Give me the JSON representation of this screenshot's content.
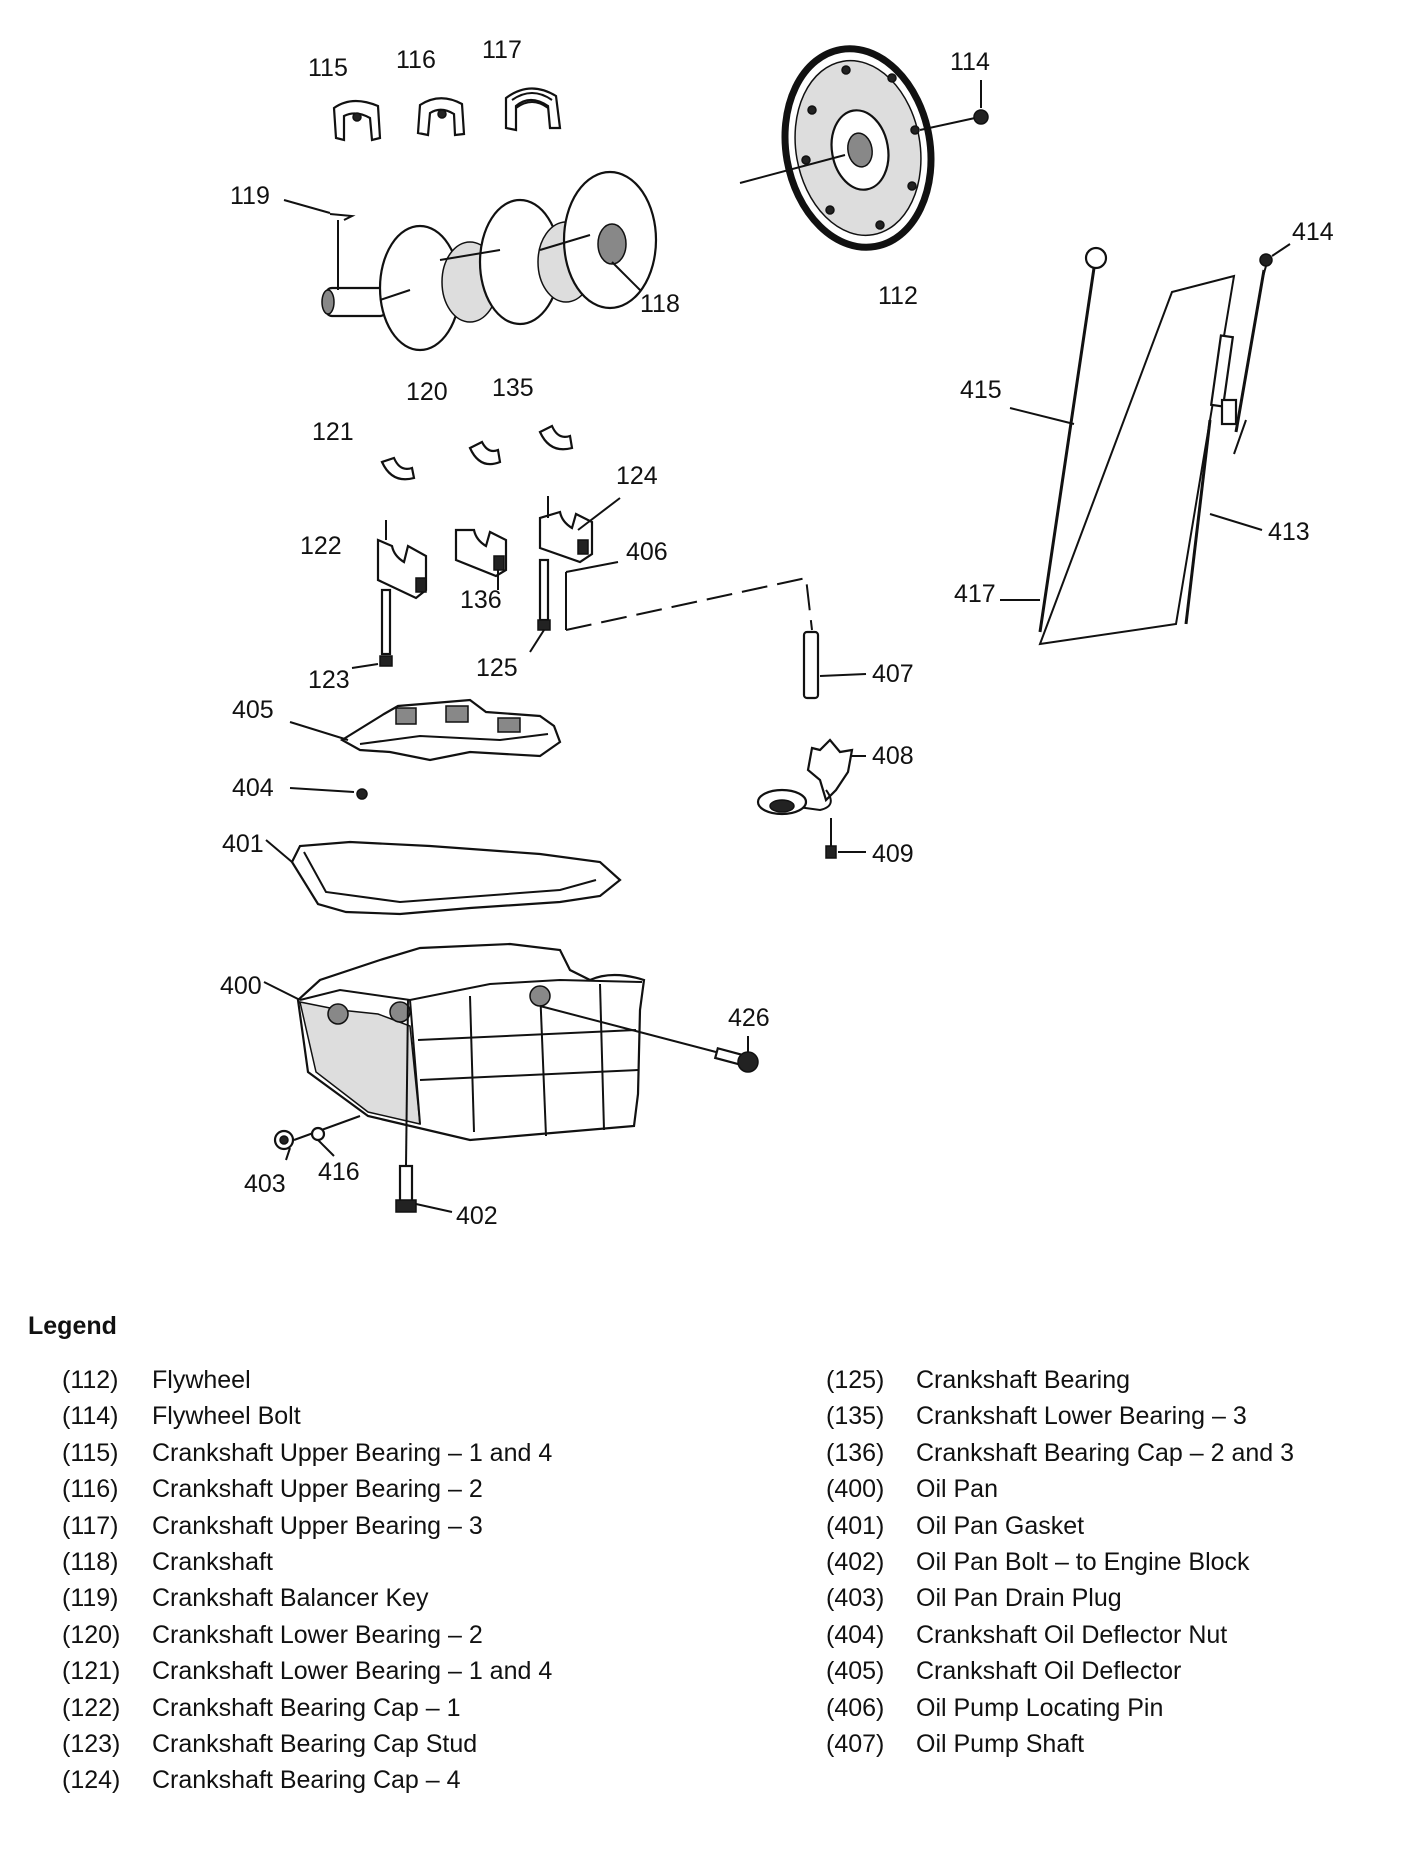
{
  "callouts": {
    "c112": "112",
    "c114": "114",
    "c115": "115",
    "c116": "116",
    "c117": "117",
    "c118": "118",
    "c119": "119",
    "c120": "120",
    "c121": "121",
    "c122": "122",
    "c123": "123",
    "c124": "124",
    "c125": "125",
    "c135": "135",
    "c136": "136",
    "c400": "400",
    "c401": "401",
    "c402": "402",
    "c403": "403",
    "c404": "404",
    "c405": "405",
    "c406": "406",
    "c407": "407",
    "c408": "408",
    "c409": "409",
    "c413": "413",
    "c414": "414",
    "c415": "415",
    "c416": "416",
    "c417": "417",
    "c426": "426"
  },
  "legend": {
    "title": "Legend",
    "left": [
      {
        "code": "(112)",
        "label": "Flywheel"
      },
      {
        "code": "(114)",
        "label": "Flywheel Bolt"
      },
      {
        "code": "(115)",
        "label": "Crankshaft Upper Bearing – 1 and 4"
      },
      {
        "code": "(116)",
        "label": "Crankshaft Upper Bearing – 2"
      },
      {
        "code": "(117)",
        "label": "Crankshaft Upper Bearing – 3"
      },
      {
        "code": "(118)",
        "label": "Crankshaft"
      },
      {
        "code": "(119)",
        "label": "Crankshaft Balancer Key"
      },
      {
        "code": "(120)",
        "label": "Crankshaft Lower Bearing – 2"
      },
      {
        "code": "(121)",
        "label": "Crankshaft Lower Bearing – 1 and 4"
      },
      {
        "code": "(122)",
        "label": "Crankshaft Bearing Cap – 1"
      },
      {
        "code": "(123)",
        "label": "Crankshaft Bearing Cap Stud"
      },
      {
        "code": "(124)",
        "label": "Crankshaft Bearing Cap – 4"
      }
    ],
    "right": [
      {
        "code": "(125)",
        "label": "Crankshaft Bearing"
      },
      {
        "code": "(135)",
        "label": "Crankshaft Lower Bearing – 3"
      },
      {
        "code": "(136)",
        "label": "Crankshaft Bearing Cap – 2 and 3"
      },
      {
        "code": "(400)",
        "label": "Oil Pan"
      },
      {
        "code": "(401)",
        "label": "Oil Pan Gasket"
      },
      {
        "code": "(402)",
        "label": "Oil Pan Bolt – to Engine Block"
      },
      {
        "code": "(403)",
        "label": "Oil Pan Drain Plug"
      },
      {
        "code": "(404)",
        "label": "Crankshaft Oil Deflector Nut"
      },
      {
        "code": "(405)",
        "label": "Crankshaft Oil Deflector"
      },
      {
        "code": "(406)",
        "label": "Oil Pump Locating Pin"
      },
      {
        "code": "(407)",
        "label": "Oil Pump Shaft"
      }
    ]
  }
}
